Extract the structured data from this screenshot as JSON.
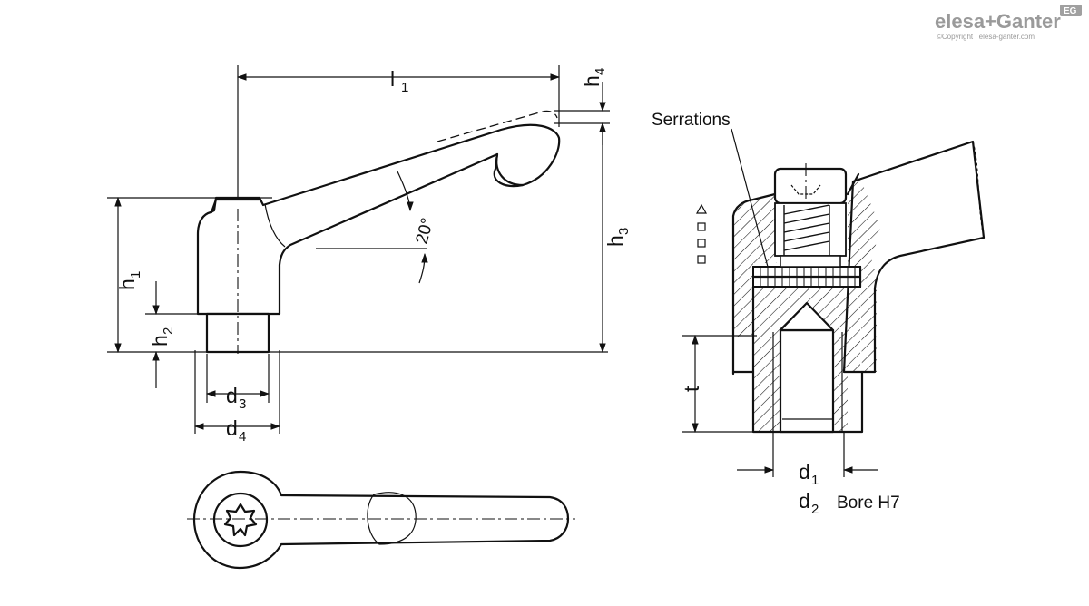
{
  "brand": {
    "name": "elesa+Ganter",
    "copyright": "©Copyright | elesa-ganter.com",
    "badge": "EG"
  },
  "dimensions": {
    "l1": {
      "main": "l",
      "sub": "1"
    },
    "h1": {
      "main": "h",
      "sub": "1"
    },
    "h2": {
      "main": "h",
      "sub": "2"
    },
    "h3": {
      "main": "h",
      "sub": "3"
    },
    "h4": {
      "main": "h",
      "sub": "4"
    },
    "d1": {
      "main": "d",
      "sub": "1"
    },
    "d2": {
      "main": "d",
      "sub": "2"
    },
    "d3": {
      "main": "d",
      "sub": "3"
    },
    "d4": {
      "main": "d",
      "sub": "4"
    },
    "t": "t",
    "angle": "20°"
  },
  "labels": {
    "serrations": "Serrations",
    "bore": "Bore H7"
  }
}
